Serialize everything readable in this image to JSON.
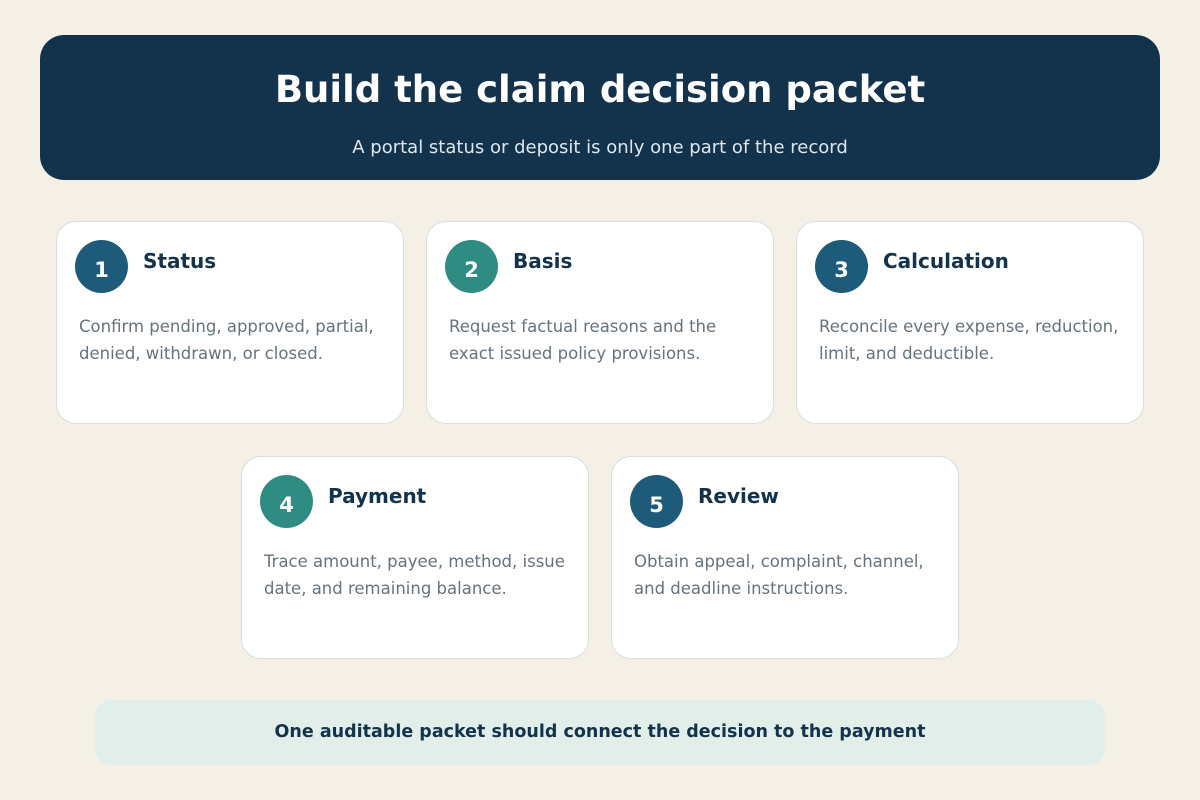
{
  "header": {
    "title": "Build the claim decision packet",
    "subtitle": "A portal status or deposit is only one part of the record"
  },
  "steps": [
    {
      "number": "1",
      "title": "Status",
      "description": "Confirm pending, approved, partial, denied, withdrawn, or closed.",
      "color": "#1e5b7a"
    },
    {
      "number": "2",
      "title": "Basis",
      "description": "Request factual reasons and the exact issued policy provisions.",
      "color": "#2f8c82"
    },
    {
      "number": "3",
      "title": "Calculation",
      "description": "Reconcile every expense, reduction, limit, and deductible.",
      "color": "#1e5b7a"
    },
    {
      "number": "4",
      "title": "Payment",
      "description": "Trace amount, payee, method, issue date, and remaining balance.",
      "color": "#2f8c82"
    },
    {
      "number": "5",
      "title": "Review",
      "description": "Obtain appeal, complaint, channel, and deadline instructions.",
      "color": "#1e5b7a"
    }
  ],
  "footer": {
    "text": "One auditable packet should connect the decision to the payment"
  }
}
